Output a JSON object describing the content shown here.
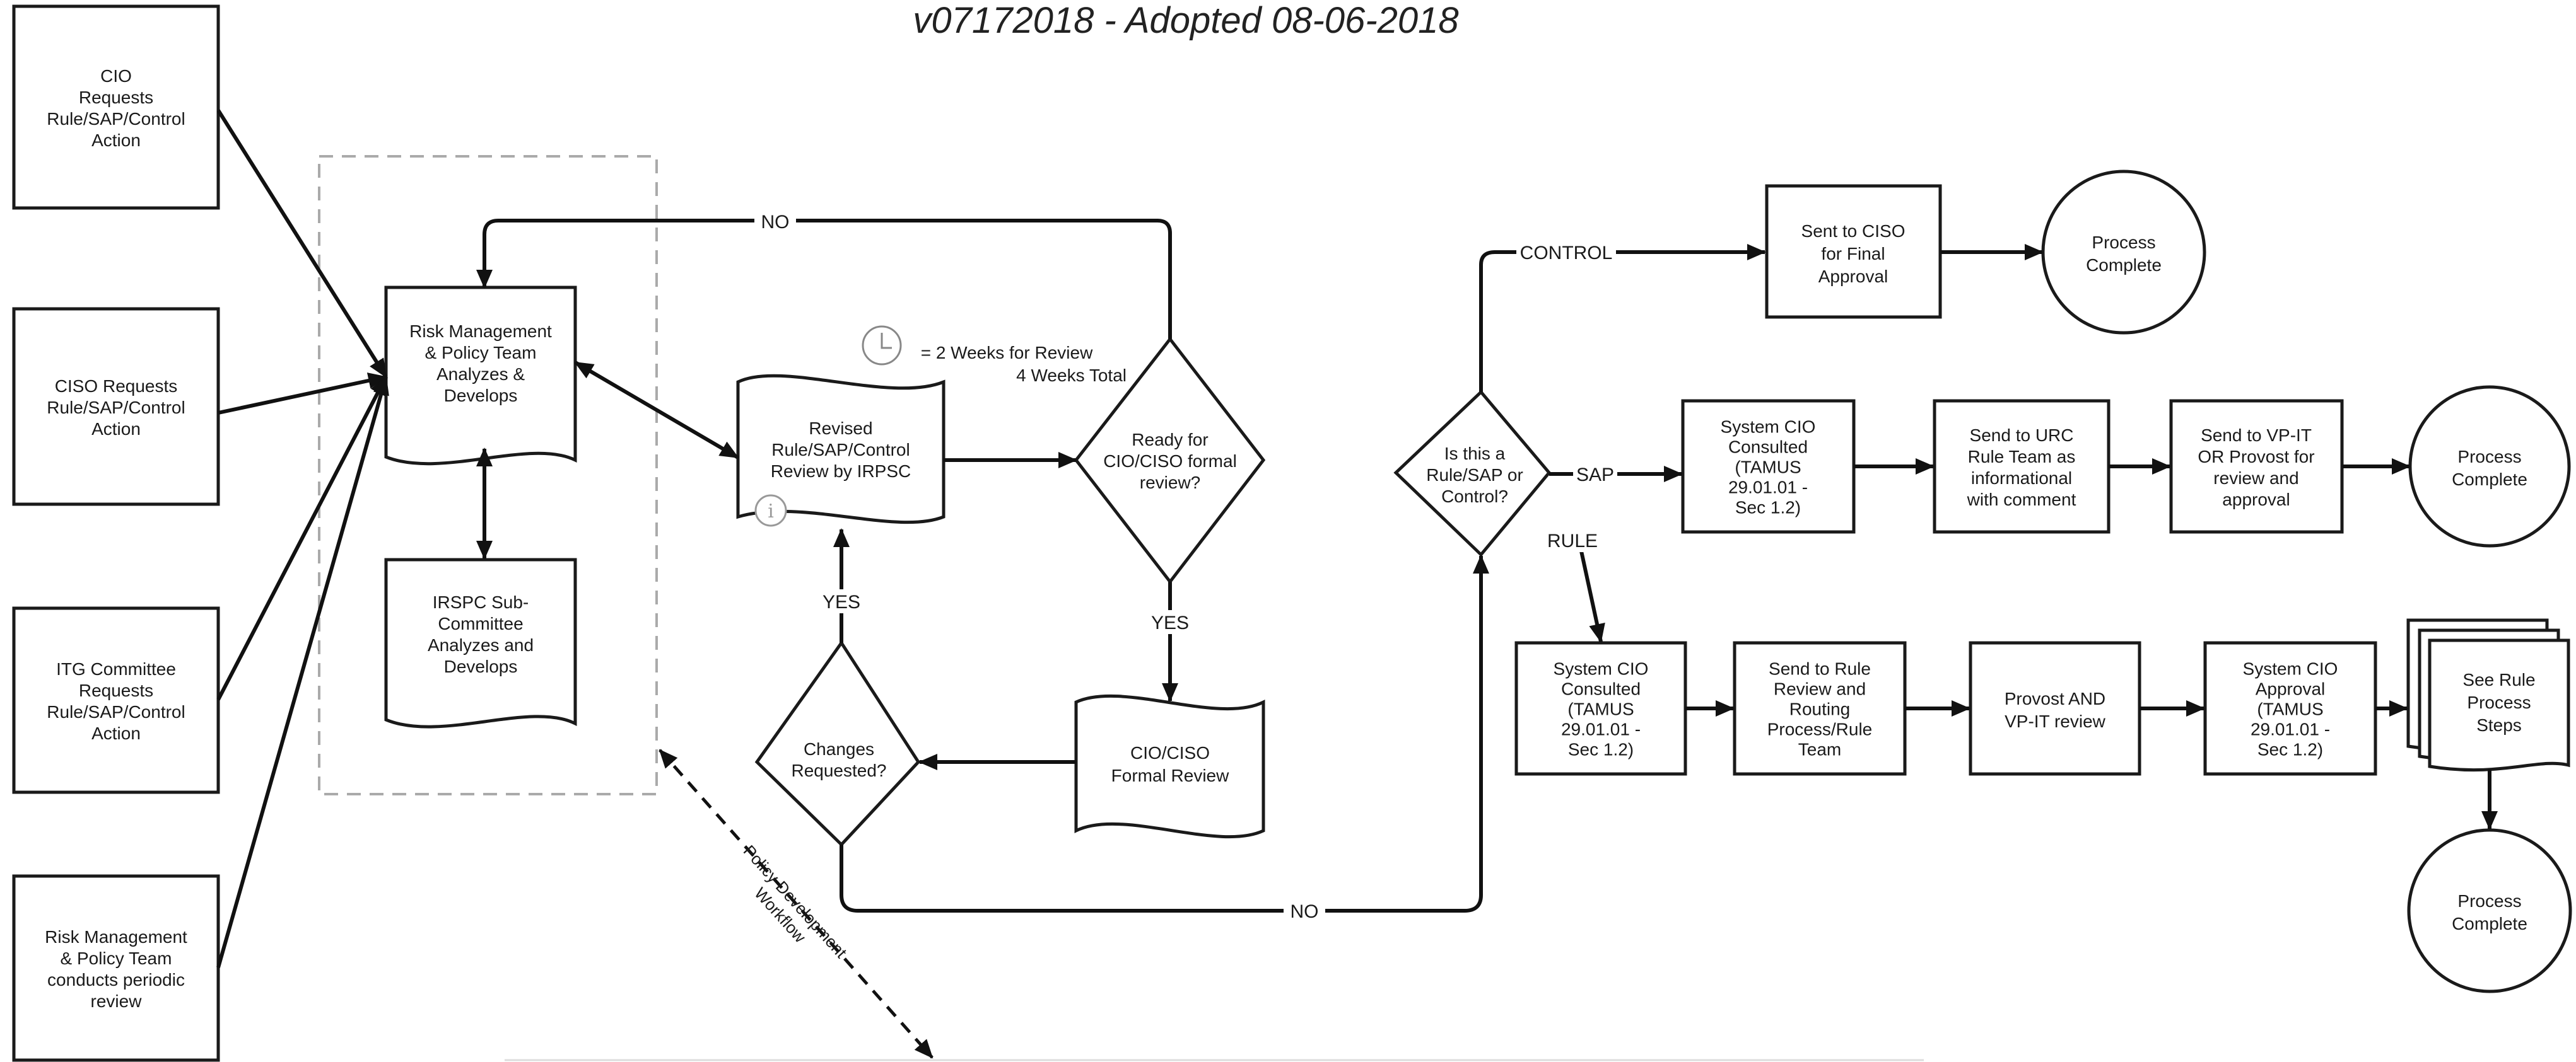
{
  "title": {
    "subtitle": "v07172018 - Adopted 08-06-2018"
  },
  "nodes": {
    "cio_requests": "CIO\nRequests\nRule/SAP/Control\nAction",
    "ciso_requests": "CISO Requests\nRule/SAP/Control\nAction",
    "itg_requests": "ITG Committee\nRequests\nRule/SAP/Control\nAction",
    "rmp_periodic": "Risk Management\n& Policy Team\nconducts periodic\nreview",
    "rmp_analyzes": "Risk Management\n& Policy Team\nAnalyzes &\nDevelops",
    "irspc_sub": "IRSPC Sub-\nCommittee\nAnalyzes and\nDevelops",
    "revised_review": "Revised\nRule/SAP/Control\nReview by IRPSC",
    "ready_decision": "Ready for\nCIO/CISO formal\nreview?",
    "changes_decision": "Changes\nRequested?",
    "cio_ciso_formal": "CIO/CISO\nFormal Review",
    "type_decision": "Is this a\nRule/SAP or\nControl?",
    "sent_ciso": "Sent to CISO\nfor Final\nApproval",
    "complete_control": "Process\nComplete",
    "sap_consulted": "System CIO\nConsulted\n(TAMUS\n29.01.01 -\nSec 1.2)",
    "send_urc": "Send to URC\nRule Team as\ninformational\nwith comment",
    "send_vpit": "Send to VP-IT\nOR Provost for\nreview and\napproval",
    "complete_sap": "Process\nComplete",
    "rule_consulted": "System CIO\nConsulted\n(TAMUS\n29.01.01 -\nSec 1.2)",
    "send_rule_review": "Send to Rule\nReview and\nRouting\nProcess/Rule\nTeam",
    "provost_vpit": "Provost AND\nVP-IT review",
    "system_cio_approval": "System CIO\nApproval\n(TAMUS\n29.01.01 -\nSec 1.2)",
    "see_rule_steps": "See Rule\nProcess\nSteps",
    "complete_rule": "Process\nComplete"
  },
  "annotations": {
    "review_time": "= 2 Weeks for Review\n4 Weeks Total",
    "workflow_label": "Policy Development\nWorkflow"
  },
  "edges": {
    "no_top": "NO",
    "no_bottom": "NO",
    "yes_down": "YES",
    "yes_up": "YES",
    "control": "CONTROL",
    "sap": "SAP",
    "rule": "RULE"
  },
  "icons": {
    "clock": "clock-icon",
    "info": "info-icon"
  }
}
